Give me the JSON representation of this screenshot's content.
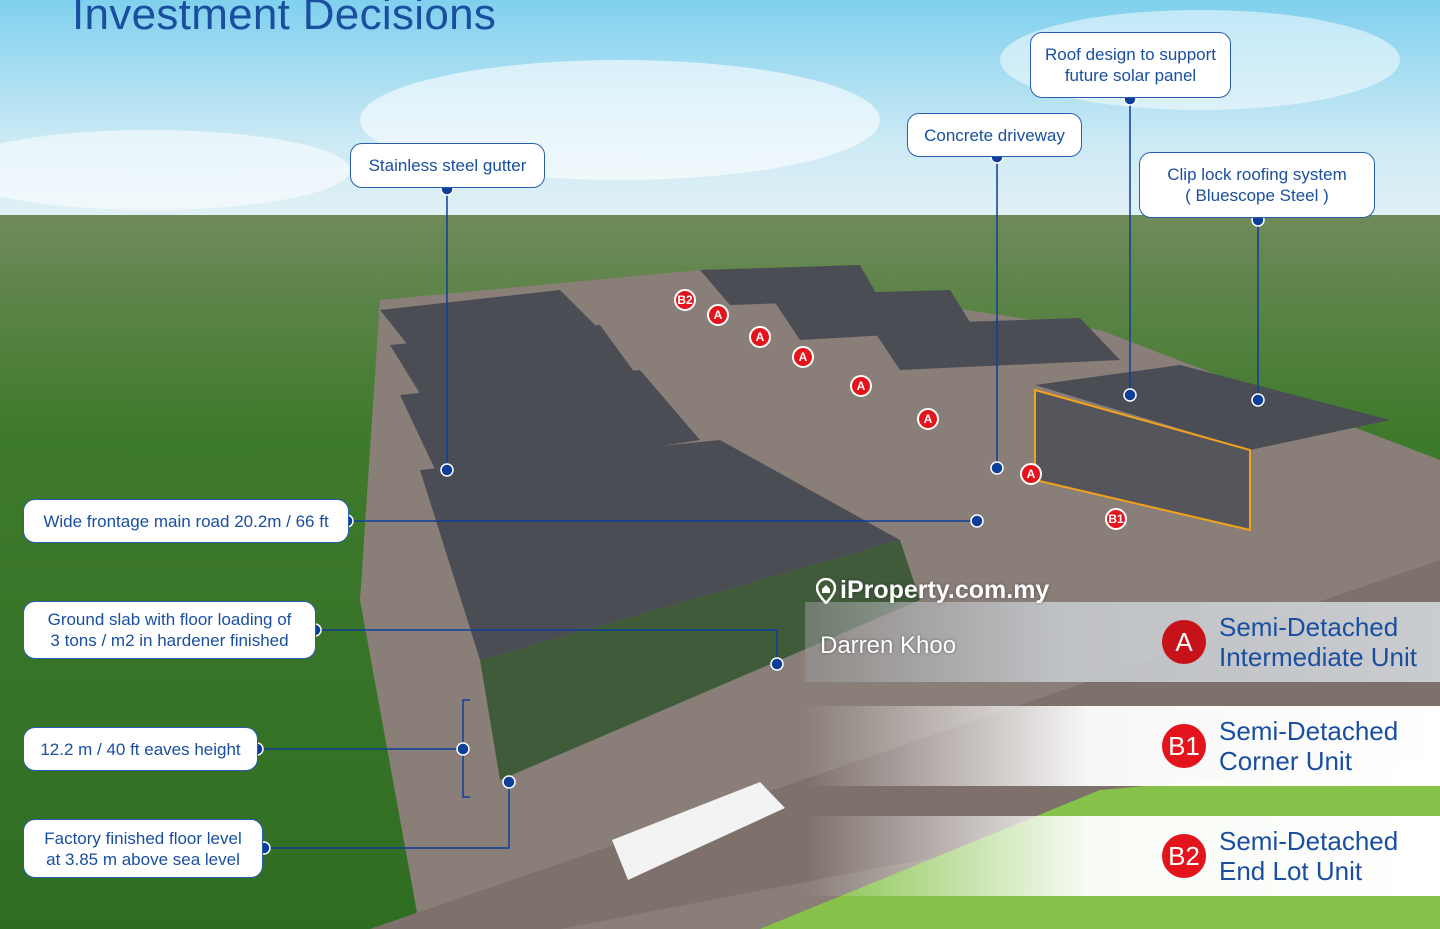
{
  "title": "Investment Decisions",
  "callouts": {
    "gutter": "Stainless steel gutter",
    "driveway": "Concrete driveway",
    "roof_line1": "Roof design to support",
    "roof_line2": "future solar panel",
    "cliplock_line1": "Clip lock roofing system",
    "cliplock_line2": "( Bluescope Steel )",
    "frontage": "Wide frontage main road 20.2m / 66 ft",
    "slab_line1": "Ground slab with floor loading of",
    "slab_line2": "3 tons / m2 in hardener finished",
    "eaves": "12.2 m / 40 ft eaves height",
    "floor_line1": "Factory finished floor level",
    "floor_line2": "at 3.85 m above sea level"
  },
  "markers": [
    "B2",
    "A",
    "A",
    "A",
    "A",
    "A",
    "A",
    "B1"
  ],
  "legend": [
    {
      "badge": "A",
      "line1": "Semi-Detached",
      "line2": "Intermediate Unit"
    },
    {
      "badge": "B1",
      "line1": "Semi-Detached",
      "line2": "Corner Unit"
    },
    {
      "badge": "B2",
      "line1": "Semi-Detached",
      "line2": "End Lot Unit"
    }
  ],
  "watermark": "iProperty.com.my",
  "agent_name": "Darren Khoo",
  "colors": {
    "accent": "#1a4fa0",
    "marker": "#e3141c",
    "leader": "#0d3f9a"
  }
}
